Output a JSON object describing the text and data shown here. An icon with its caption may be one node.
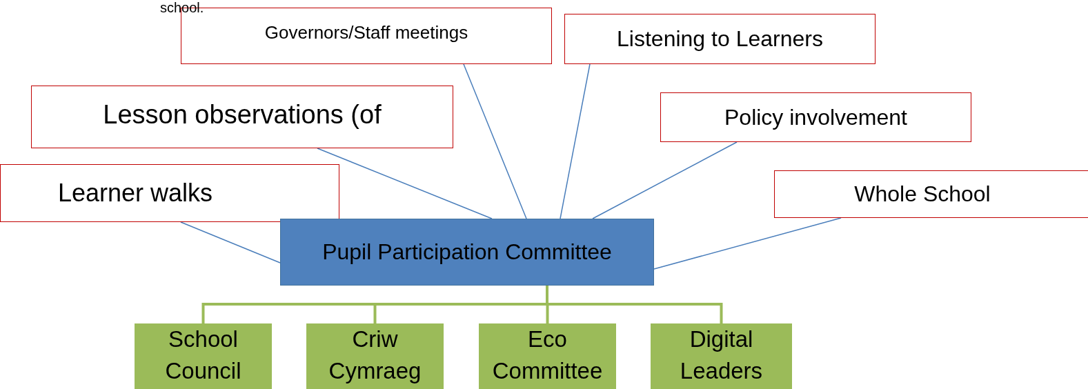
{
  "diagram": {
    "nodes": [
      {
        "text": [
          "Governors/Staff meetings"
        ]
      },
      {
        "text": [
          "Listening to Learners"
        ]
      },
      {
        "text": [
          "Lesson observations (of"
        ]
      },
      {
        "text": [
          "Policy involvement"
        ]
      },
      {
        "text": [
          "Learner walks"
        ]
      },
      {
        "text": [
          "Whole School"
        ]
      },
      {
        "text": [
          "Pupil Participation Committee"
        ]
      },
      {
        "text": [
          "School Council"
        ]
      },
      {
        "text": [
          "Criw Cymraeg"
        ]
      },
      {
        "text": [
          "Eco Committee"
        ]
      },
      {
        "text": [
          "Digital Leaders"
        ]
      }
    ],
    "edges": [
      {
        "from": 6,
        "to": 0,
        "arrow": "none"
      },
      {
        "from": 6,
        "to": 1,
        "arrow": "none"
      },
      {
        "from": 6,
        "to": 2,
        "arrow": "none"
      },
      {
        "from": 6,
        "to": 3,
        "arrow": "none"
      },
      {
        "from": 6,
        "to": 4,
        "arrow": "none"
      },
      {
        "from": 6,
        "to": 5,
        "arrow": "none"
      },
      {
        "from": 6,
        "to": 7,
        "arrow": "none",
        "style": "thick",
        "color": "#9bbb59"
      },
      {
        "from": 6,
        "to": 8,
        "arrow": "none",
        "style": "thick",
        "color": "#9bbb59"
      },
      {
        "from": 6,
        "to": 9,
        "arrow": "none",
        "style": "thick",
        "color": "#9bbb59"
      },
      {
        "from": 6,
        "to": 10,
        "arrow": "none",
        "style": "thick",
        "color": "#9bbb59"
      }
    ],
    "labels": [
      "school."
    ]
  }
}
